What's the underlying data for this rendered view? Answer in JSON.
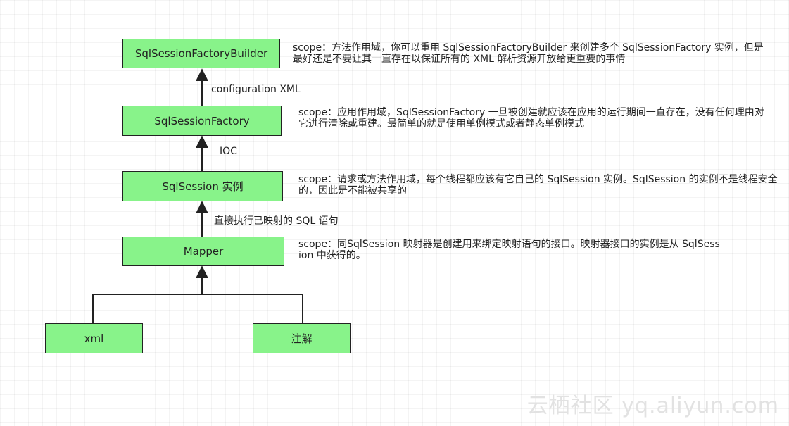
{
  "nodes": {
    "builder": "SqlSessionFactoryBuilder",
    "factory": "SqlSessionFactory",
    "session": "SqlSession 实例",
    "mapper": "Mapper",
    "xml": "xml",
    "annotation": "注解"
  },
  "edge_labels": {
    "factory_to_builder": "configuration XML",
    "session_to_factory": "IOC",
    "mapper_to_session": "直接执行已映射的 SQL 语句"
  },
  "notes": {
    "builder": "scope：方法作用域，你可以重用 SqlSessionFactoryBuilder 来创建多个 SqlSessionFactory 实例，但是最好还是不要让其一直存在以保证所有的 XML 解析资源开放给更重要的事情",
    "factory": "scope：应用作用域，SqlSessionFactory 一旦被创建就应该在应用的运行期间一直存在，没有任何理由对它进行清除或重建。最简单的就是使用单例模式或者静态单例模式",
    "session": "scope：请求或方法作用域，每个线程都应该有它自己的 SqlSession 实例。SqlSession 的实例不是线程安全的，因此是不能被共享的",
    "mapper": "scope：同SqlSession 映射器是创建用来绑定映射语句的接口。映射器接口的实例是从 SqlSession 中获得的。"
  },
  "watermark": "云栖社区 yq.aliyun.com",
  "colors": {
    "node_fill": "#88f38a",
    "line": "#222222"
  }
}
